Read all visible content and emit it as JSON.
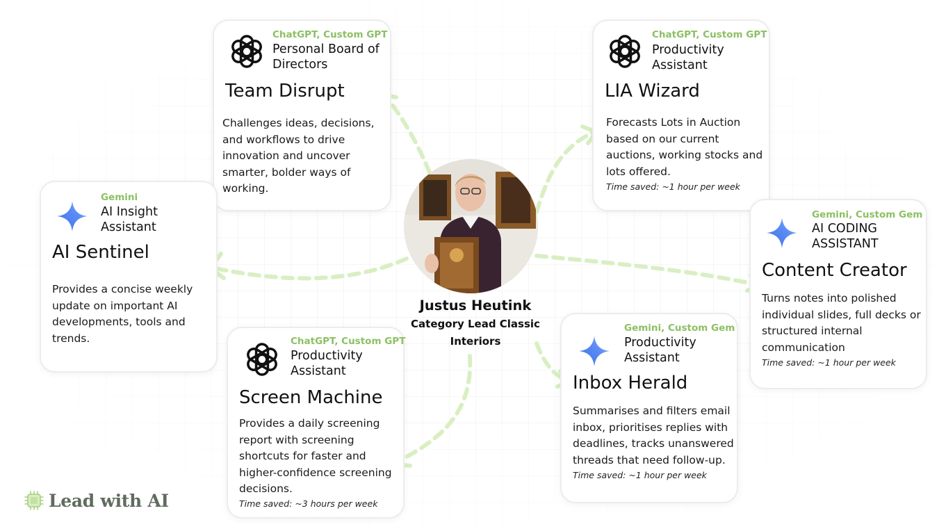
{
  "person": {
    "name": "Justus Heutink",
    "role": "Category Lead Classic Interiors"
  },
  "cards": [
    {
      "id": "team-disrupt",
      "platform": "ChatGPT, Custom GPT",
      "logo_icon": "openai-logo-icon",
      "role": "Personal Board of Directors",
      "title": "Team Disrupt",
      "description": "Challenges ideas, decisions, and workflows to drive innovation and uncover smarter, bolder ways of working.",
      "time_saved": ""
    },
    {
      "id": "lia-wizard",
      "platform": "ChatGPT, Custom GPT",
      "logo_icon": "openai-logo-icon",
      "role": "Productivity Assistant",
      "title": "LIA Wizard",
      "description": "Forecasts Lots in Auction based on our current auctions, working stocks and lots offered.",
      "time_saved": "Time saved: ~1 hour per week"
    },
    {
      "id": "ai-sentinel",
      "platform": "Gemini",
      "logo_icon": "gemini-sparkle-icon",
      "role": "AI Insight Assistant",
      "title": "AI Sentinel",
      "description": "Provides a concise weekly update on important AI developments, tools and trends.",
      "time_saved": ""
    },
    {
      "id": "content-creator",
      "platform": "Gemini, Custom Gem",
      "logo_icon": "gemini-sparkle-icon",
      "role": "AI CODING ASSISTANT",
      "title": "Content Creator",
      "description": "Turns notes into polished individual slides, full decks or structured internal communication",
      "time_saved": "Time saved: ~1 hour per week"
    },
    {
      "id": "screen-machine",
      "platform": "ChatGPT, Custom GPT",
      "logo_icon": "openai-logo-icon",
      "role": "Productivity Assistant",
      "title": "Screen Machine",
      "description": "Provides a daily screening report with screening shortcuts for faster and higher-confidence screening decisions.",
      "time_saved": "Time saved: ~3 hours per week"
    },
    {
      "id": "inbox-herald",
      "platform": "Gemini, Custom Gem",
      "logo_icon": "gemini-sparkle-icon",
      "role": "Productivity Assistant",
      "title": "Inbox Herald",
      "description": "Summarises and filters email inbox, prioritises replies with deadlines, tracks unanswered threads that need follow-up.",
      "time_saved": "Time saved: ~1 hour  per week"
    }
  ],
  "brand": {
    "name": "Lead with AI",
    "icon": "chip-icon"
  },
  "colors": {
    "accent_green": "#8cc063",
    "arrow_green": "#d7eec0",
    "gemini_blue": "#4f7cf0"
  }
}
